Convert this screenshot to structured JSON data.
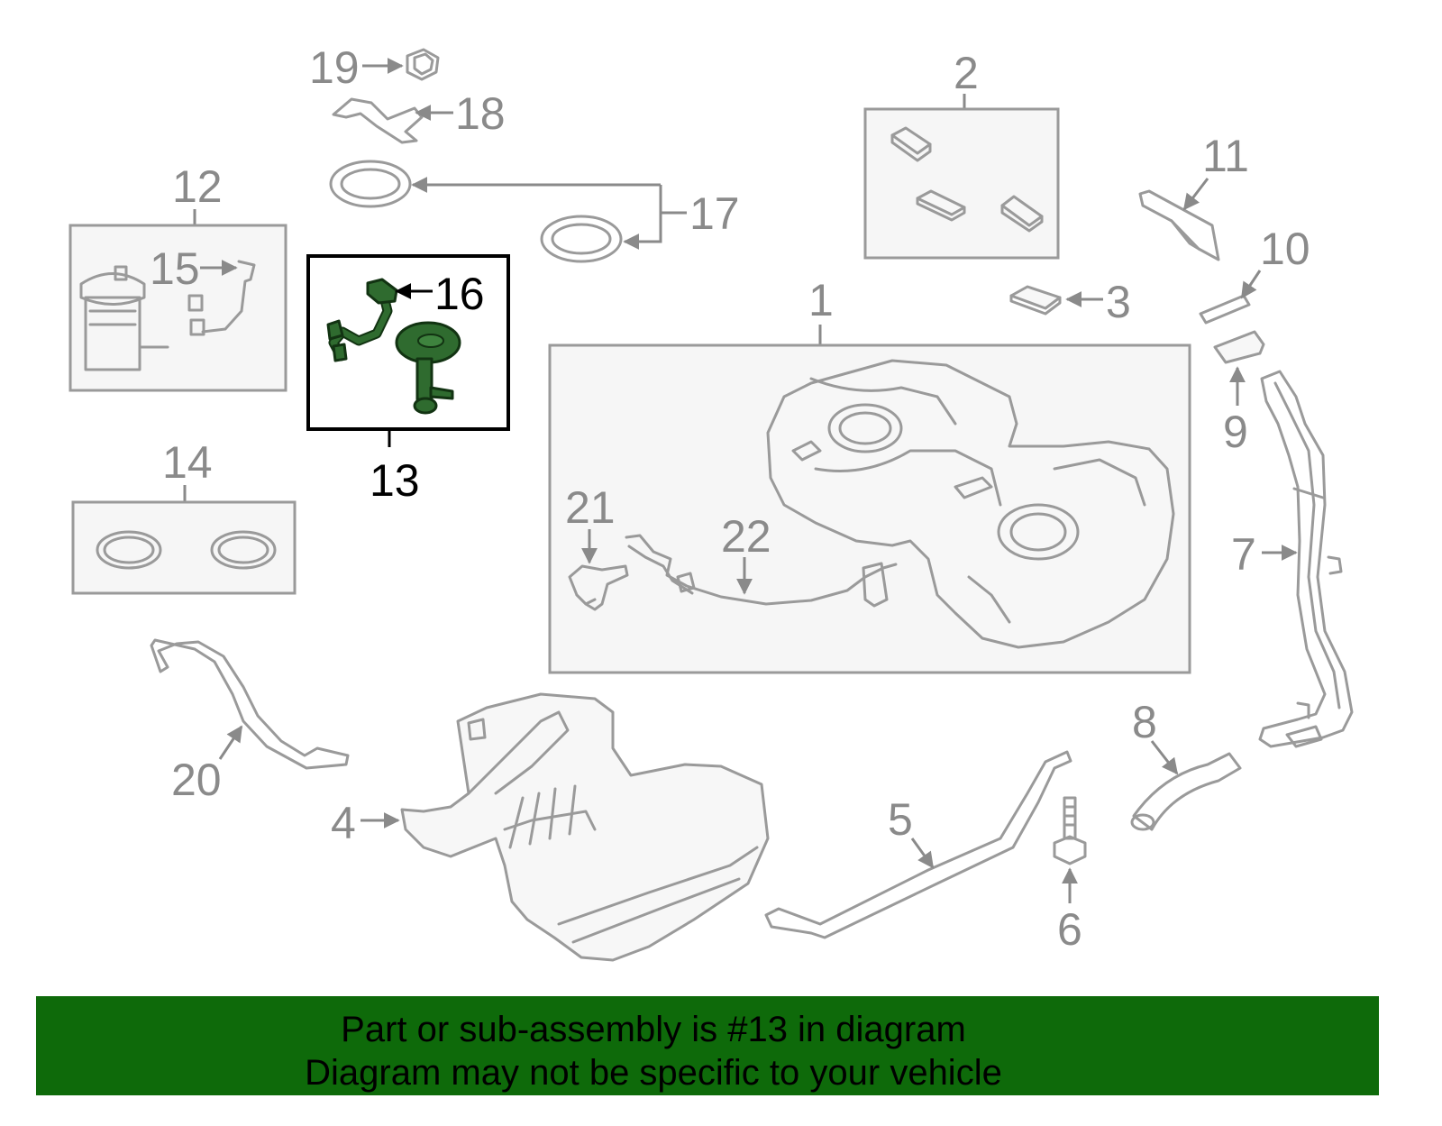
{
  "callouts": {
    "c1": "1",
    "c2": "2",
    "c3": "3",
    "c4": "4",
    "c5": "5",
    "c6": "6",
    "c7": "7",
    "c8": "8",
    "c9": "9",
    "c10": "10",
    "c11": "11",
    "c12": "12",
    "c13": "13",
    "c14": "14",
    "c15": "15",
    "c16": "16",
    "c17": "17",
    "c18": "18",
    "c19": "19",
    "c20": "20",
    "c21": "21",
    "c22": "22"
  },
  "highlight": {
    "part": "13",
    "color": "#2f6b2f"
  },
  "banner": {
    "line1": "Part or sub-assembly is #13 in diagram",
    "line2": "Diagram may not be specific to your vehicle",
    "background": "#0e6a0a"
  }
}
